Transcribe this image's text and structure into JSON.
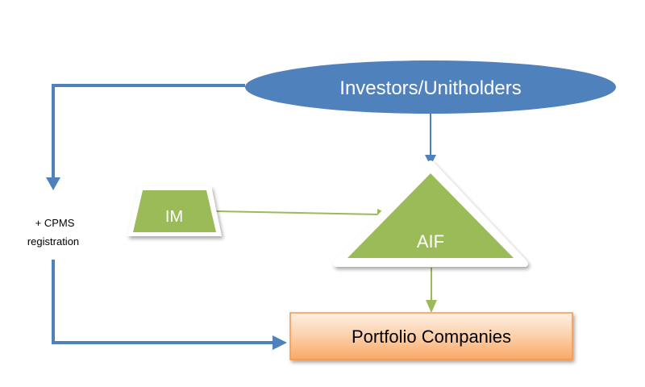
{
  "nodes": {
    "investors": {
      "label": "Investors/Unitholders"
    },
    "im": {
      "label": "IM"
    },
    "aif": {
      "label": "AIF"
    },
    "portfolio": {
      "label": "Portfolio Companies"
    }
  },
  "annotation": {
    "line1": "+ CPMS",
    "line2": "registration"
  },
  "colors": {
    "blue": "#4f81bd",
    "green": "#9bbb59",
    "orange_light": "#fde2cc",
    "orange_dark": "#f8a863",
    "orange_border": "#f79646"
  }
}
